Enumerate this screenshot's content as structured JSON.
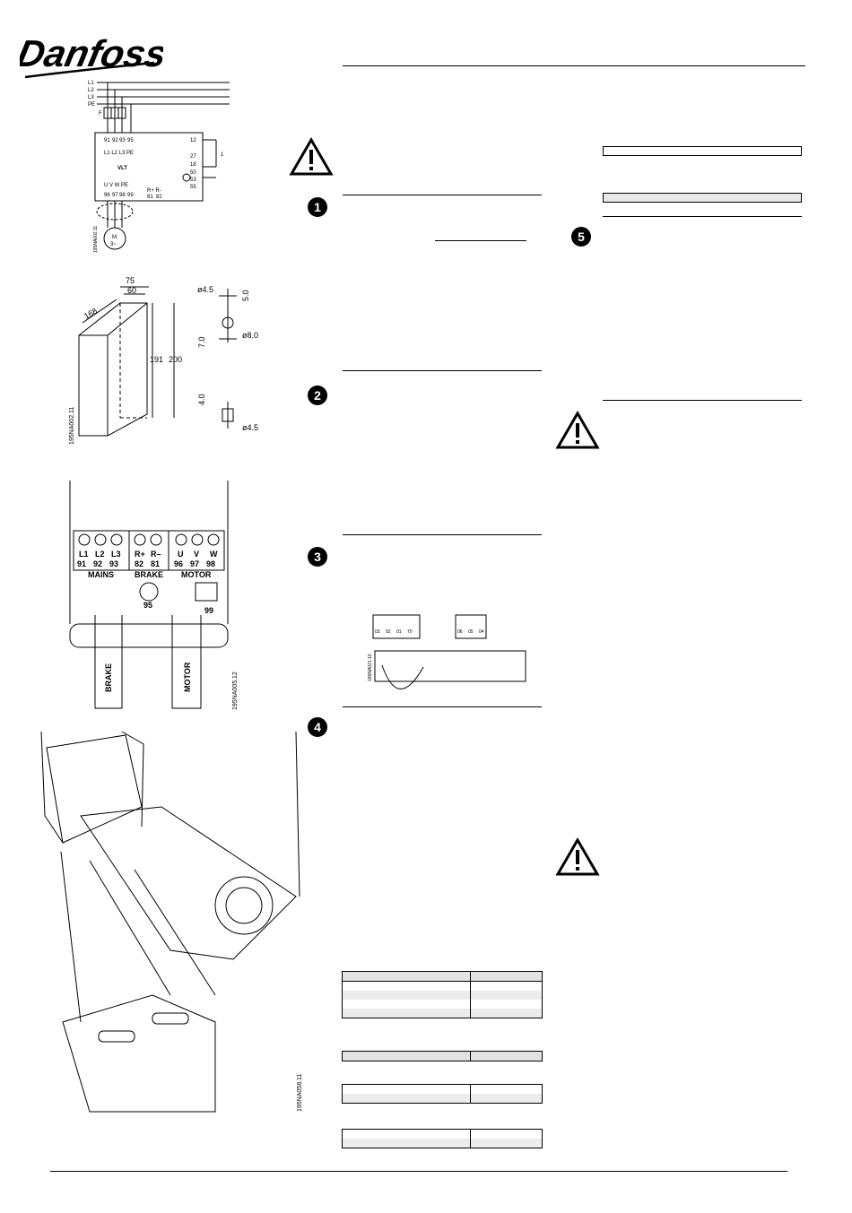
{
  "brand": {
    "name": "Danfoss"
  },
  "sections": [
    {
      "label": "1"
    },
    {
      "label": "2"
    },
    {
      "label": "3"
    },
    {
      "label": "4"
    },
    {
      "label": "5"
    }
  ],
  "wiring_diagram": {
    "lines": [
      "L1",
      "L2",
      "L3",
      "PE"
    ],
    "fuse": "F",
    "mains_terminals": [
      "91",
      "92",
      "93",
      "95"
    ],
    "mains_labels": "L1 L2 L3 PE",
    "unit": "VLT",
    "motor_labels": "U  V  W  PE",
    "motor_terminals": [
      "96",
      "97",
      "98",
      "99"
    ],
    "brake_labels": "R+ R-",
    "brake_terminals": [
      "81",
      "82"
    ],
    "control_terminals": [
      "12",
      "27",
      "18",
      "50",
      "53",
      "55"
    ],
    "control_note": "1",
    "motor": "M",
    "motor_sub": "3~",
    "code": "195NA002.11"
  },
  "dimensions": {
    "w75": "75",
    "w60": "60",
    "d168": "168",
    "h191": "191",
    "h200": "200",
    "hole45": "ø4.5",
    "d50": "5.0",
    "d70": "7.0",
    "hole80": "ø8.0",
    "d40": "4.0",
    "hole45b": "ø4.5",
    "code": "195NA002.11"
  },
  "terminals": {
    "top": [
      "L1",
      "L2",
      "L3",
      "R+",
      "R–",
      "U",
      "V",
      "W"
    ],
    "bottom": [
      "91",
      "92",
      "93",
      "82",
      "81",
      "96",
      "97",
      "98"
    ],
    "groups": [
      "MAINS",
      "BRAKE",
      "MOTOR"
    ],
    "pe_left": "95",
    "pe_right": "99",
    "cable_left": "BRAKE",
    "cable_right": "MOTOR",
    "code": "195NA005.12"
  },
  "control": {
    "group1": [
      "03",
      "02",
      "01",
      "70"
    ],
    "group2": [
      "06",
      "05",
      "04"
    ],
    "code": "195NA021.10"
  },
  "assembly": {
    "code": "195NA058.11"
  }
}
